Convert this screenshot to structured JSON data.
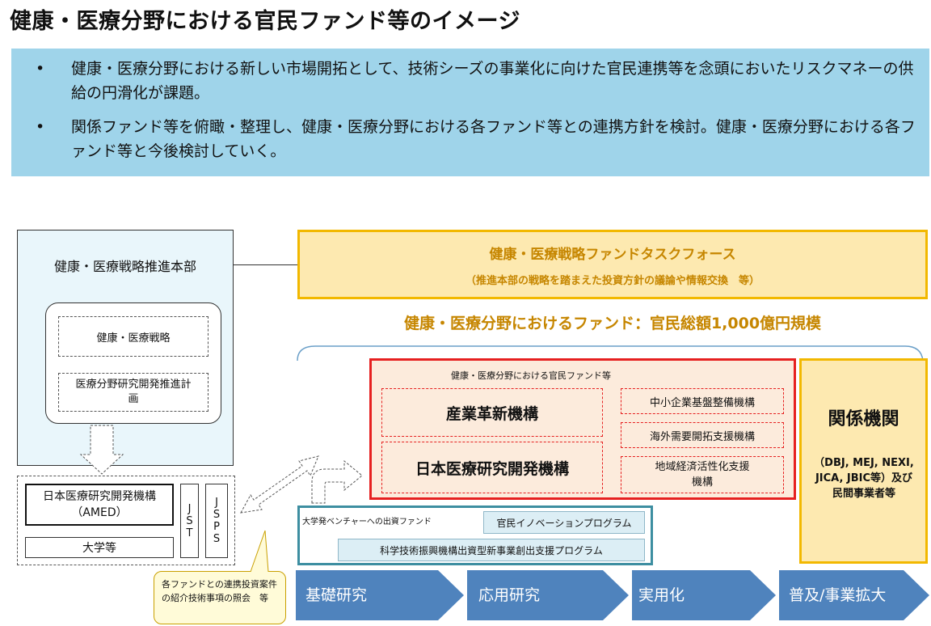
{
  "title": "健康・医療分野における官民ファンド等のイメージ",
  "summary": {
    "bullet": "•",
    "items": [
      "健康・医療分野における新しい市場開拓として、技術シーズの事業化に向けた官民連携等を念頭においたリスクマネーの供給の円滑化が課題。",
      "関係ファンド等を俯瞰・整理し、健康・医療分野における各ファンド等との連携方針を検討。健康・医療分野における各ファンド等と今後検討していく。"
    ]
  },
  "hq": {
    "title": "健康・医療戦略推進本部",
    "strategy": "健康・医療戦略",
    "plan": "医療分野研究開発推進計画"
  },
  "taskforce": {
    "title": "健康・医療戦略ファンドタスクフォース",
    "subtitle": "（推進本部の戦略を踏まえた投資方針の議論や情報交換　等）"
  },
  "fund_scale": "健康・医療分野におけるファンド：官民総額1,000億円規模",
  "public_private": {
    "caption": "健康・医療分野における官民ファンド等",
    "incj": "産業革新機構",
    "amed_fund": "日本医療研究開発機構",
    "sme": "中小企業基盤整備機構",
    "cool_japan": "海外需要開拓支援機構",
    "revic": "地域経済活性化支援機構"
  },
  "related": {
    "title": "関係機関",
    "detail": "（DBJ, MEJ, NEXI, JICA, JBIC等）及び民間事業者等"
  },
  "university": {
    "venture": "大学発ベンチャーへの出資ファンド",
    "innovation": "官民イノベーションプログラム",
    "jst_program": "科学技術振興機構出資型新事業創出支援プログラム"
  },
  "research_orgs": {
    "amed": "日本医療研究開発機構（AMED）",
    "jst": "JST",
    "jsps": "JSPS",
    "univ": "大学等"
  },
  "callout": "各ファンドとの連携投資案件の紹介技術事項の照会　等",
  "stages": [
    "基礎研究",
    "応用研究",
    "実用化",
    "普及/事業拡大"
  ],
  "colors": {
    "summary_bg": "#9fd4ea",
    "hq_bg": "#e9f6fb",
    "taskforce_bg": "#fde9b0",
    "gold": "#f2b800",
    "red": "#e62020",
    "pink_bg": "#fcebdc",
    "teal": "#3d8ea1",
    "stage_blue": "#4f83bd"
  }
}
